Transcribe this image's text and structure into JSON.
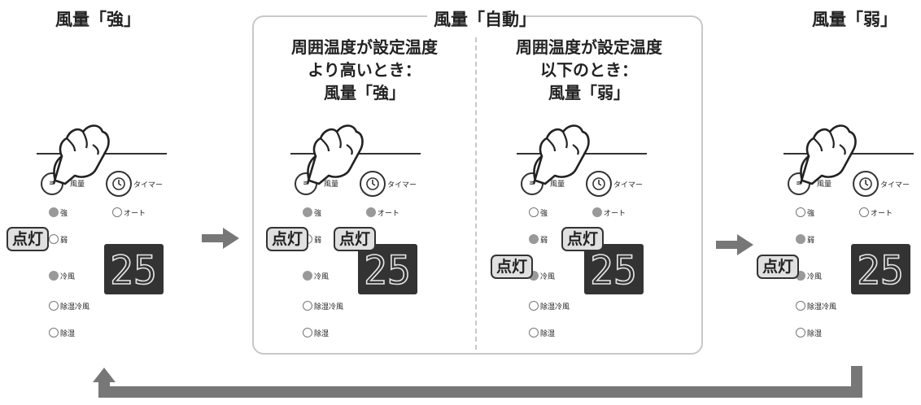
{
  "titles": {
    "strong": "風量「強」",
    "auto": "風量「自動」",
    "weak": "風量「弱」"
  },
  "conditions": {
    "higher": "周囲温度が設定温度\nより高いとき：\n風量「強」",
    "lower": "周囲温度が設定温度\n以下のとき：\n風量「弱」"
  },
  "panel_labels": {
    "fan_button": "風量",
    "timer_button": "タイマー",
    "fan_icon": "≋",
    "strong": "強",
    "weak": "弱",
    "auto": "オート",
    "cool": "冷風",
    "dehum_cool": "除湿冷風",
    "dehum": "除湿"
  },
  "display_value": "25",
  "badge": "点灯",
  "panels": [
    {
      "name": "strong",
      "leds_on": [
        "strong",
        "cool"
      ]
    },
    {
      "name": "auto-higher",
      "leds_on": [
        "strong",
        "auto",
        "cool"
      ]
    },
    {
      "name": "auto-lower",
      "leds_on": [
        "weak",
        "auto",
        "cool"
      ]
    },
    {
      "name": "weak",
      "leds_on": [
        "weak",
        "cool"
      ]
    }
  ],
  "colors": {
    "arrow": "#777777",
    "led_on": "#999999",
    "badge_bg": "#e0e0e0",
    "display_bg": "#333333"
  }
}
